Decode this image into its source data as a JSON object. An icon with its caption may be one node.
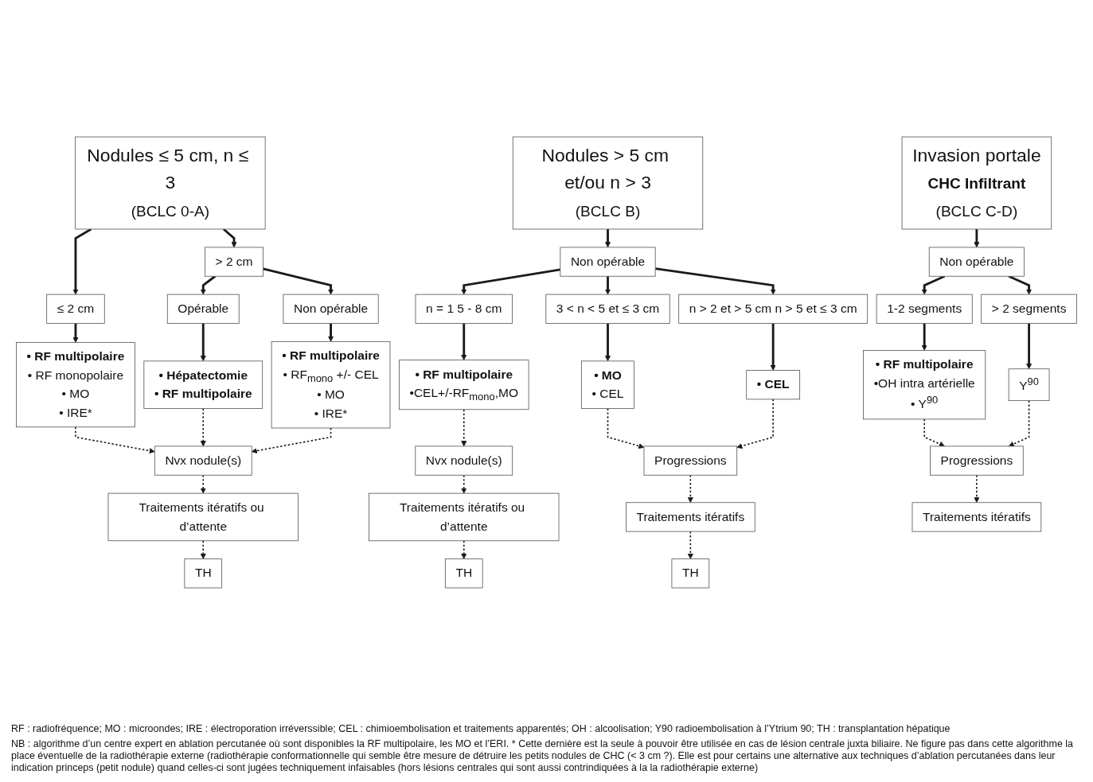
{
  "diagram": {
    "nodes": [
      {
        "text": [
          "Nodules ≤ 5 cm, n ≤ 3",
          "(BCLC 0-A)"
        ]
      },
      {
        "text": [
          "≤ 2 cm"
        ]
      },
      {
        "text": [
          "> 2 cm"
        ]
      },
      {
        "text": [
          "Opérable"
        ]
      },
      {
        "text": [
          "Non opérable"
        ]
      },
      {
        "text": [
          "• RF multipolaire",
          "• RF monopolaire",
          "• MO",
          "• IRE*"
        ]
      },
      {
        "text": [
          "• Hépatectomie",
          "• RF multipolaire"
        ]
      },
      {
        "text": [
          "• RF multipolaire",
          "• RF$_{mono}$ +/- CEL",
          "• MO",
          "• IRE*"
        ]
      },
      {
        "text": [
          "Nvx nodule(s)"
        ]
      },
      {
        "text": [
          "Traitements itératifs ou d’attente"
        ]
      },
      {
        "text": [
          "TH"
        ]
      },
      {
        "text": [
          "Nodules > 5 cm et/ou n > 3",
          "(BCLC B)"
        ]
      },
      {
        "text": [
          "Non opérable"
        ]
      },
      {
        "text": [
          "n = 1 5 - 8 cm"
        ]
      },
      {
        "text": [
          "3 < n < 5 et ≤ 3 cm"
        ]
      },
      {
        "text": [
          "n > 2 et > 5 cm n > 5 et ≤ 3 cm"
        ]
      },
      {
        "text": [
          "• RF multipolaire",
          "•CEL+/-RF$_{mono}$,MO"
        ]
      },
      {
        "text": [
          "• MO",
          "• CEL"
        ]
      },
      {
        "text": [
          "• CEL"
        ]
      },
      {
        "text": [
          "Nvx nodule(s)"
        ]
      },
      {
        "text": [
          "Traitements itératifs ou d’attente"
        ]
      },
      {
        "text": [
          "TH"
        ]
      },
      {
        "text": [
          "Progressions"
        ]
      },
      {
        "text": [
          "Traitements itératifs"
        ]
      },
      {
        "text": [
          "TH"
        ]
      },
      {
        "text": [
          "Invasion portale",
          "CHC Infiltrant",
          "(BCLC C-D)"
        ]
      },
      {
        "text": [
          "Non opérable"
        ]
      },
      {
        "text": [
          "1-2 segments"
        ]
      },
      {
        "text": [
          "> 2 segments"
        ]
      },
      {
        "text": [
          "• RF multipolaire",
          "•OH intra artérielle",
          "• Y$^{90}$"
        ]
      },
      {
        "text": [
          "Y$^{90}$"
        ]
      },
      {
        "text": [
          "Progressions"
        ]
      },
      {
        "text": [
          "Traitements itératifs"
        ]
      }
    ],
    "edges": [
      {
        "from": 0,
        "to": 1,
        "arrow": "to"
      },
      {
        "from": 0,
        "to": 2,
        "arrow": "to"
      },
      {
        "from": 1,
        "to": 5,
        "arrow": "to"
      },
      {
        "from": 2,
        "to": 3,
        "arrow": "to"
      },
      {
        "from": 2,
        "to": 4,
        "arrow": "to"
      },
      {
        "from": 3,
        "to": 6,
        "arrow": "to"
      },
      {
        "from": 4,
        "to": 7,
        "arrow": "to"
      },
      {
        "from": 5,
        "to": 8,
        "arrow": "to",
        "style": "dashed"
      },
      {
        "from": 6,
        "to": 8,
        "arrow": "to",
        "style": "dashed"
      },
      {
        "from": 7,
        "to": 8,
        "arrow": "to",
        "style": "dashed"
      },
      {
        "from": 8,
        "to": 9,
        "arrow": "to",
        "style": "dashed"
      },
      {
        "from": 9,
        "to": 10,
        "arrow": "to",
        "style": "dashed"
      },
      {
        "from": 11,
        "to": 12,
        "arrow": "to"
      },
      {
        "from": 12,
        "to": 13,
        "arrow": "to"
      },
      {
        "from": 12,
        "to": 14,
        "arrow": "to"
      },
      {
        "from": 12,
        "to": 15,
        "arrow": "to"
      },
      {
        "from": 13,
        "to": 16,
        "arrow": "to"
      },
      {
        "from": 14,
        "to": 17,
        "arrow": "to"
      },
      {
        "from": 15,
        "to": 18,
        "arrow": "to"
      },
      {
        "from": 16,
        "to": 19,
        "arrow": "to",
        "style": "dashed"
      },
      {
        "from": 19,
        "to": 20,
        "arrow": "to",
        "style": "dashed"
      },
      {
        "from": 20,
        "to": 21,
        "arrow": "to",
        "style": "dashed"
      },
      {
        "from": 17,
        "to": 22,
        "arrow": "to",
        "style": "dashed"
      },
      {
        "from": 18,
        "to": 22,
        "arrow": "to",
        "style": "dashed"
      },
      {
        "from": 22,
        "to": 23,
        "arrow": "to",
        "style": "dashed"
      },
      {
        "from": 23,
        "to": 24,
        "arrow": "to",
        "style": "dashed"
      },
      {
        "from": 25,
        "to": 26,
        "arrow": "to"
      },
      {
        "from": 26,
        "to": 27,
        "arrow": "to"
      },
      {
        "from": 26,
        "to": 28,
        "arrow": "to"
      },
      {
        "from": 27,
        "to": 29,
        "arrow": "to"
      },
      {
        "from": 28,
        "to": 30,
        "arrow": "to"
      },
      {
        "from": 29,
        "to": 31,
        "arrow": "to",
        "style": "dashed"
      },
      {
        "from": 30,
        "to": 31,
        "arrow": "to",
        "style": "dashed"
      },
      {
        "from": 31,
        "to": 32,
        "arrow": "to",
        "style": "dashed"
      }
    ],
    "labels": [
      "RF : radiofréquence; MO : microondes; IRE : électroporation irréverssible; CEL : chimioembolisation et traitements apparentés; OH : alcoolisation; Y90 radioembolisation à l’Ytrium 90; TH : transplantation hépatique",
      "NB : algorithme d’un centre expert en ablation percutanée où sont disponibles la RF multipolaire, les MO et l’ERI. * Cette dernière est la seule à pouvoir être utilisée en cas de lésion centrale juxta biliaire. Ne figure pas dans cette algorithme la place éventuelle de la radiothérapie externe (radiothérapie conformationnelle qui semble être mesure de détruire les petits nodules de CHC (< 3 cm ?). Elle est pour certains une alternative aux techniques d’ablation percutanées dans leur indication princeps (petit nodule) quand celles-ci sont jugées techniquement infaisables (hors lésions centrales qui sont aussi contrindiquées à la la radiothérapie externe)"
    ]
  }
}
